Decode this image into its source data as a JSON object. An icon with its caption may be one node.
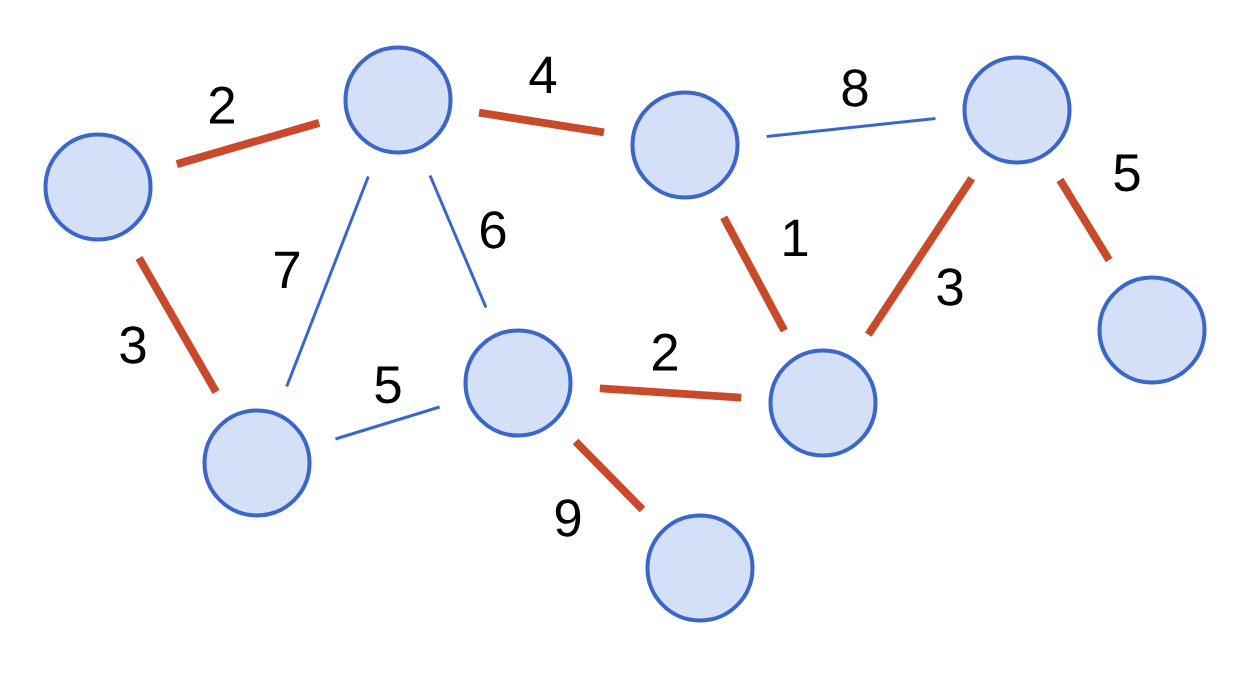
{
  "diagram": {
    "nodes": [
      {
        "text": [],
        "shape": "circle"
      },
      {
        "text": [],
        "shape": "circle"
      },
      {
        "text": [],
        "shape": "circle"
      },
      {
        "text": [],
        "shape": "circle"
      },
      {
        "text": [],
        "shape": "circle"
      },
      {
        "text": [],
        "shape": "circle"
      },
      {
        "text": [],
        "shape": "circle"
      },
      {
        "text": [],
        "shape": "circle"
      },
      {
        "text": [],
        "shape": "circle"
      }
    ],
    "edges": [
      {
        "from": 0,
        "to": 1,
        "arrow": "none",
        "label": "2"
      },
      {
        "from": 1,
        "to": 2,
        "arrow": "none",
        "label": "4"
      },
      {
        "from": 2,
        "to": 3,
        "arrow": "none",
        "label": "8",
        "color": "#3a67c8"
      },
      {
        "from": 0,
        "to": 4,
        "arrow": "none",
        "label": "3"
      },
      {
        "from": 1,
        "to": 4,
        "arrow": "none",
        "label": "7",
        "color": "#3a67c8"
      },
      {
        "from": 1,
        "to": 5,
        "arrow": "none",
        "label": "6",
        "color": "#3a67c8"
      },
      {
        "from": 4,
        "to": 5,
        "arrow": "none",
        "label": "5",
        "color": "#3a67c8"
      },
      {
        "from": 5,
        "to": 6,
        "arrow": "none",
        "label": "2"
      },
      {
        "from": 2,
        "to": 6,
        "arrow": "none",
        "label": "1"
      },
      {
        "from": 6,
        "to": 3,
        "arrow": "none",
        "label": "3"
      },
      {
        "from": 3,
        "to": 7,
        "arrow": "none",
        "label": "5"
      },
      {
        "from": 5,
        "to": 8,
        "arrow": "none",
        "label": "9"
      }
    ]
  }
}
